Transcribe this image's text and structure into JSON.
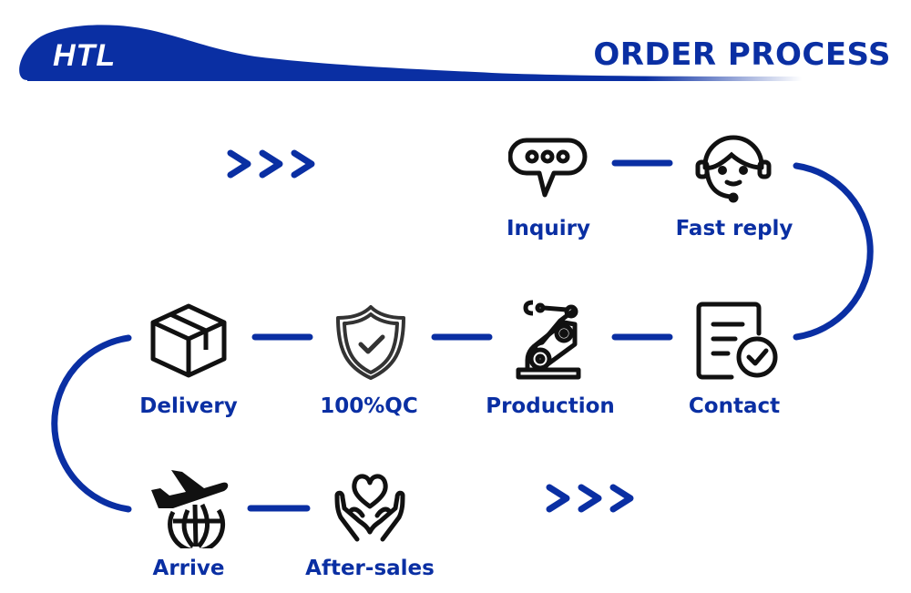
{
  "header": {
    "brand": "HTL",
    "title": "ORDER PROCESS",
    "brand_color": "#0a2fa3"
  },
  "steps": [
    {
      "label": "Inquiry",
      "icon": "chat-bubble-icon"
    },
    {
      "label": "Fast reply",
      "icon": "headset-agent-icon"
    },
    {
      "label": "Contact",
      "icon": "document-check-icon"
    },
    {
      "label": "Production",
      "icon": "robot-arm-icon"
    },
    {
      "label": "100%QC",
      "icon": "shield-check-icon"
    },
    {
      "label": "Delivery",
      "icon": "box-icon"
    },
    {
      "label": "Arrive",
      "icon": "plane-globe-icon"
    },
    {
      "label": "After-sales",
      "icon": "hands-heart-icon"
    }
  ],
  "arrows": {
    "glyph": ">>>"
  }
}
